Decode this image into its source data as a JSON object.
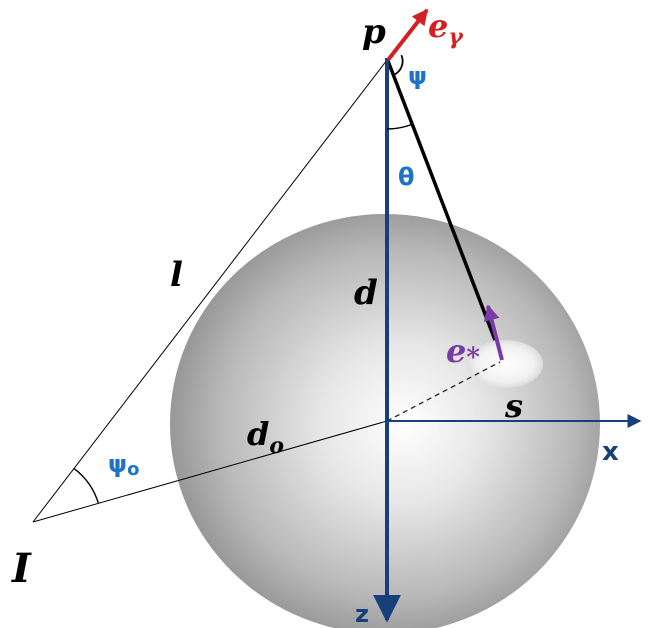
{
  "labels": {
    "p": "p",
    "e_gamma_e": "e",
    "e_gamma_sub": "γ",
    "psi": "ψ",
    "theta": "θ",
    "l": "l",
    "d": "d",
    "e_star_e": "e",
    "e_star_sub": "*",
    "s": "s",
    "d_o_d": "d",
    "d_o_sub": "o",
    "x_axis": "x",
    "z_axis": "z",
    "psi_o": "ψ",
    "psi_o_sub": "o",
    "I": "I"
  },
  "colors": {
    "axis_blue": "#17407a",
    "label_blue": "#1e73c8",
    "e_gamma_red": "#d42020",
    "e_star_purple": "#7a3aa6",
    "black": "#000000"
  }
}
